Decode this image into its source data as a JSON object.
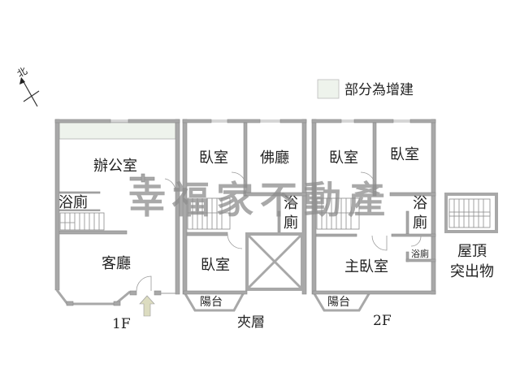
{
  "compass": {
    "label": "北",
    "icon": "north-arrow-icon"
  },
  "legend": {
    "swatch_color": "#eef3ec",
    "label": "部分為增建"
  },
  "watermark": "幸福家不動產",
  "colors": {
    "wall": "#a8a8a8",
    "addition_fill": "#eef3ec",
    "entrance_arrow": "#dcdcc0"
  },
  "floors": [
    {
      "id": "1F",
      "label": "1F",
      "rooms": [
        {
          "name": "辦公室"
        },
        {
          "name": "浴廁"
        },
        {
          "name": "客廳"
        }
      ]
    },
    {
      "id": "mezzanine",
      "label": "夾層",
      "rooms": [
        {
          "name": "臥室"
        },
        {
          "name": "佛廳"
        },
        {
          "name_line1": "浴",
          "name_line2": "廁"
        },
        {
          "name": "臥室"
        },
        {
          "name": "陽台"
        }
      ]
    },
    {
      "id": "2F",
      "label": "2F",
      "rooms": [
        {
          "name": "臥室"
        },
        {
          "name": "臥室"
        },
        {
          "name_line1": "浴",
          "name_line2": "廁"
        },
        {
          "name": "浴廁"
        },
        {
          "name": "主臥室"
        },
        {
          "name": "陽台"
        }
      ]
    },
    {
      "id": "roof",
      "label_line1": "屋頂",
      "label_line2": "突出物"
    }
  ]
}
